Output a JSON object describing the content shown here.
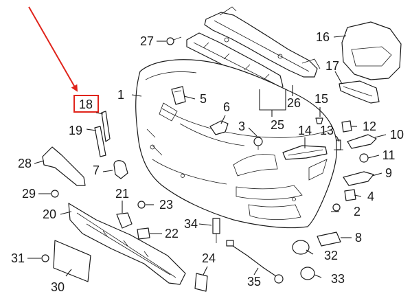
{
  "diagram": {
    "callouts": [
      "1",
      "2",
      "3",
      "4",
      "5",
      "6",
      "7",
      "8",
      "9",
      "10",
      "11",
      "12",
      "13",
      "14",
      "15",
      "16",
      "17",
      "18",
      "19",
      "20",
      "21",
      "22",
      "23",
      "24",
      "25",
      "26",
      "27",
      "28",
      "29",
      "30",
      "31",
      "32",
      "33",
      "34",
      "35"
    ],
    "highlighted_callout": "18",
    "colors": {
      "line": "#1a1a1a",
      "highlight": "#e0241b",
      "background": "#ffffff"
    }
  }
}
